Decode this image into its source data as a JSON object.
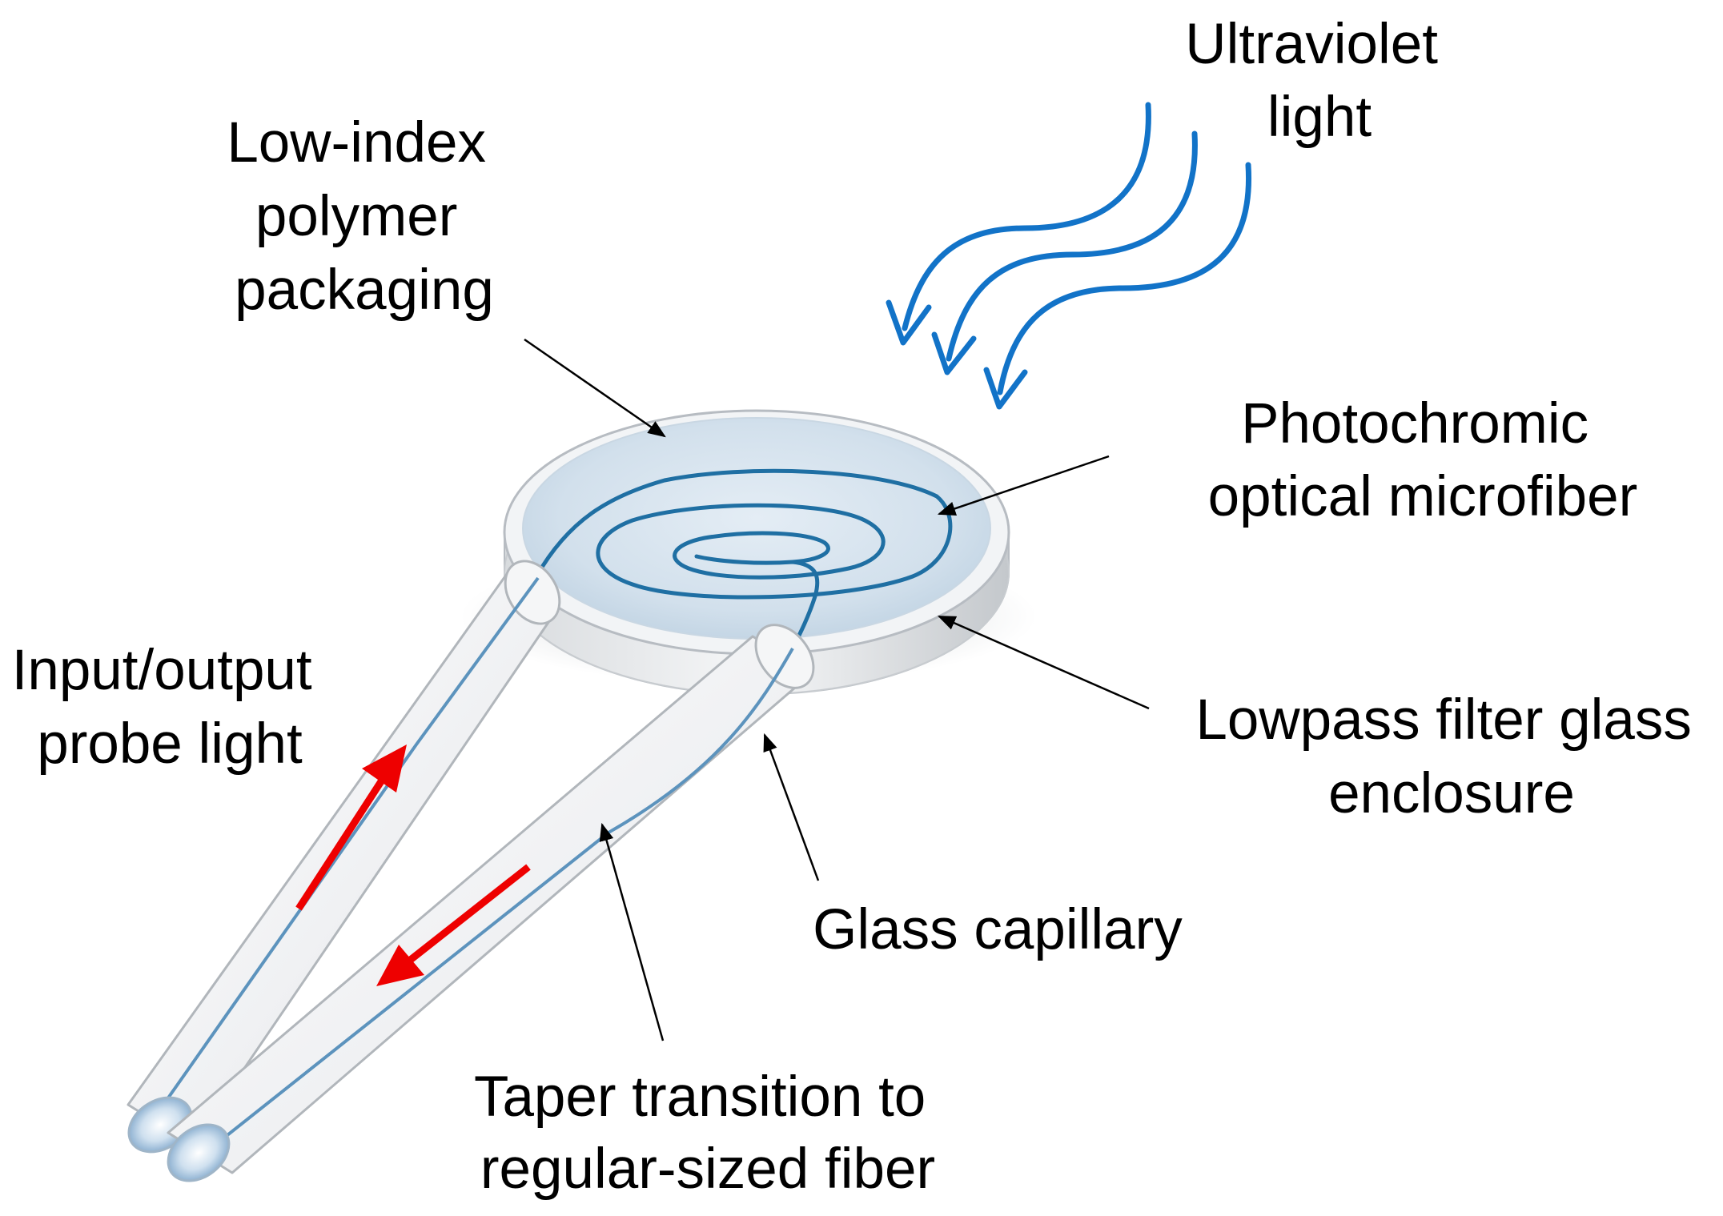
{
  "colors": {
    "uv_arrow": "#1273c8",
    "probe_arrow": "#ee0000",
    "fiber": "#3f7fae",
    "glass_fill": "#eef0f2",
    "glass_edge": "#b7bcc2",
    "polymer": "#cfdeeb",
    "leader": "#000000"
  },
  "labels": {
    "ultraviolet": [
      "Ultraviolet",
      "light"
    ],
    "polymer": [
      "Low-index",
      "polymer",
      "packaging"
    ],
    "microfiber": [
      "Photochromic",
      "optical microfiber"
    ],
    "io_light": [
      "Input/output",
      "probe light"
    ],
    "lowpass": [
      "Lowpass filter glass",
      "enclosure"
    ],
    "capillary": [
      "Glass capillary"
    ],
    "taper": [
      "Taper transition to",
      "regular-sized fiber"
    ]
  }
}
